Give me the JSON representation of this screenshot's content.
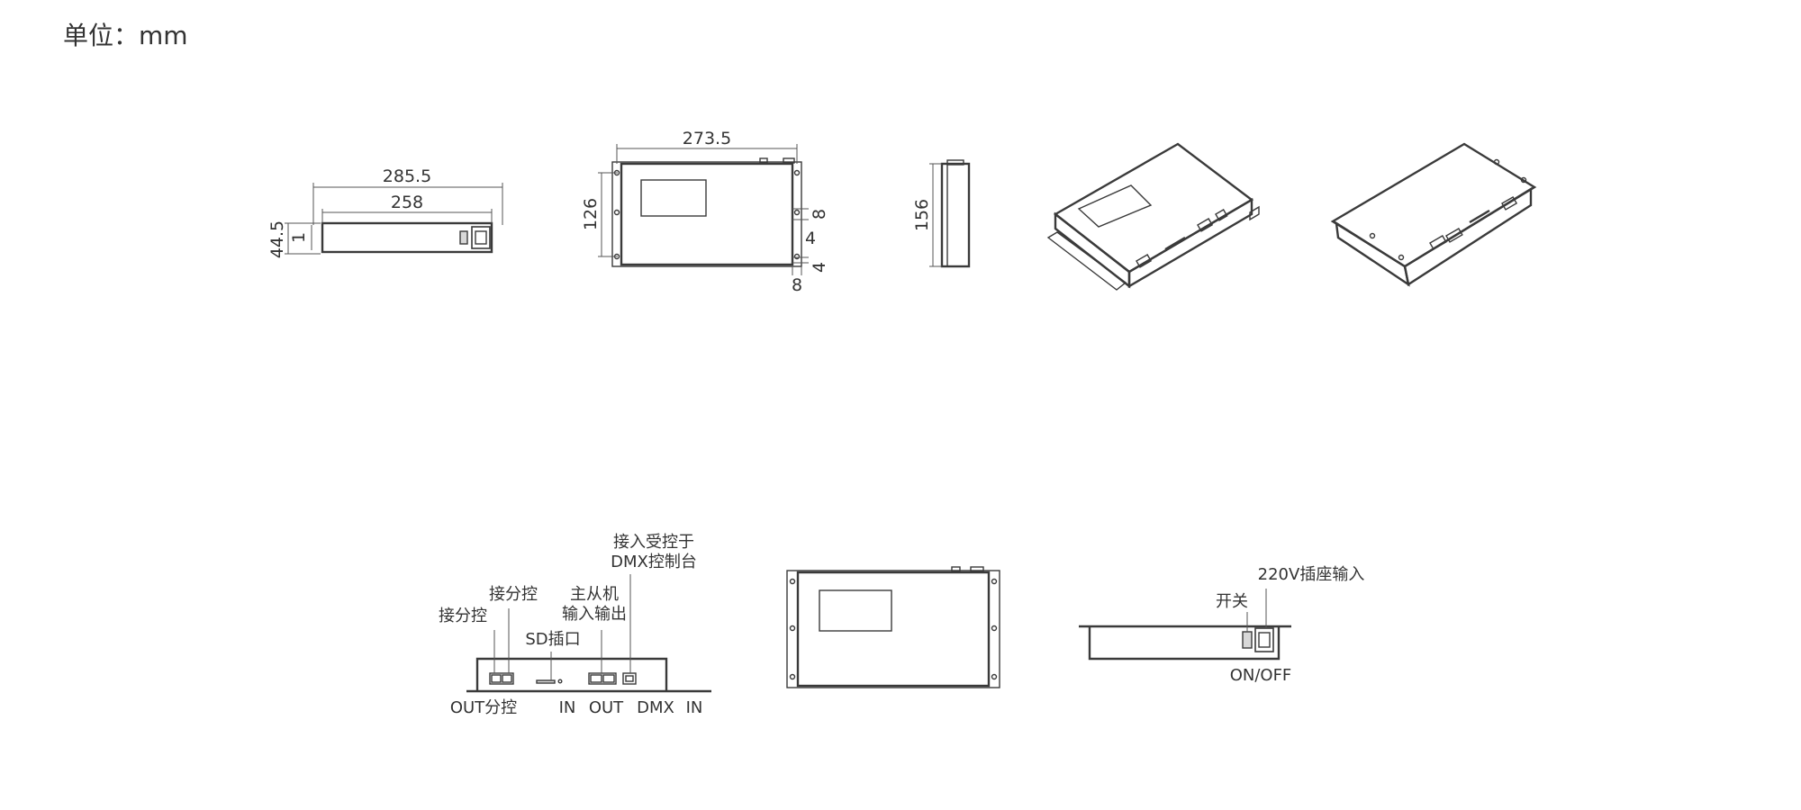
{
  "unit_label": "单位：mm",
  "views": {
    "side": {
      "overall_length": "285.5",
      "inner_length": "258",
      "height": "44.5",
      "foot_thickness": "1"
    },
    "top": {
      "width": "273.5",
      "depth": "126",
      "ear_tab": "8",
      "hole_offset_a": "4",
      "hole_offset_b": "4",
      "ear_width": "8"
    },
    "end": {
      "depth": "156"
    }
  },
  "panels": {
    "front": {
      "callouts": {
        "sub_ctrl_a": "接分控",
        "sub_ctrl_b": "接分控",
        "sd_slot": "SD插口",
        "master_slave_1": "主从机",
        "master_slave_2": "输入输出",
        "dmx_1": "接入受控于",
        "dmx_2": "DMX控制台"
      },
      "bottom": {
        "out_sub": "OUT分控",
        "in": "IN",
        "out": "OUT",
        "dmx": "DMX",
        "in2": "IN"
      }
    },
    "rear": {
      "power_input": "220V插座输入",
      "switch": "开关",
      "on_off": "ON/OFF"
    }
  }
}
